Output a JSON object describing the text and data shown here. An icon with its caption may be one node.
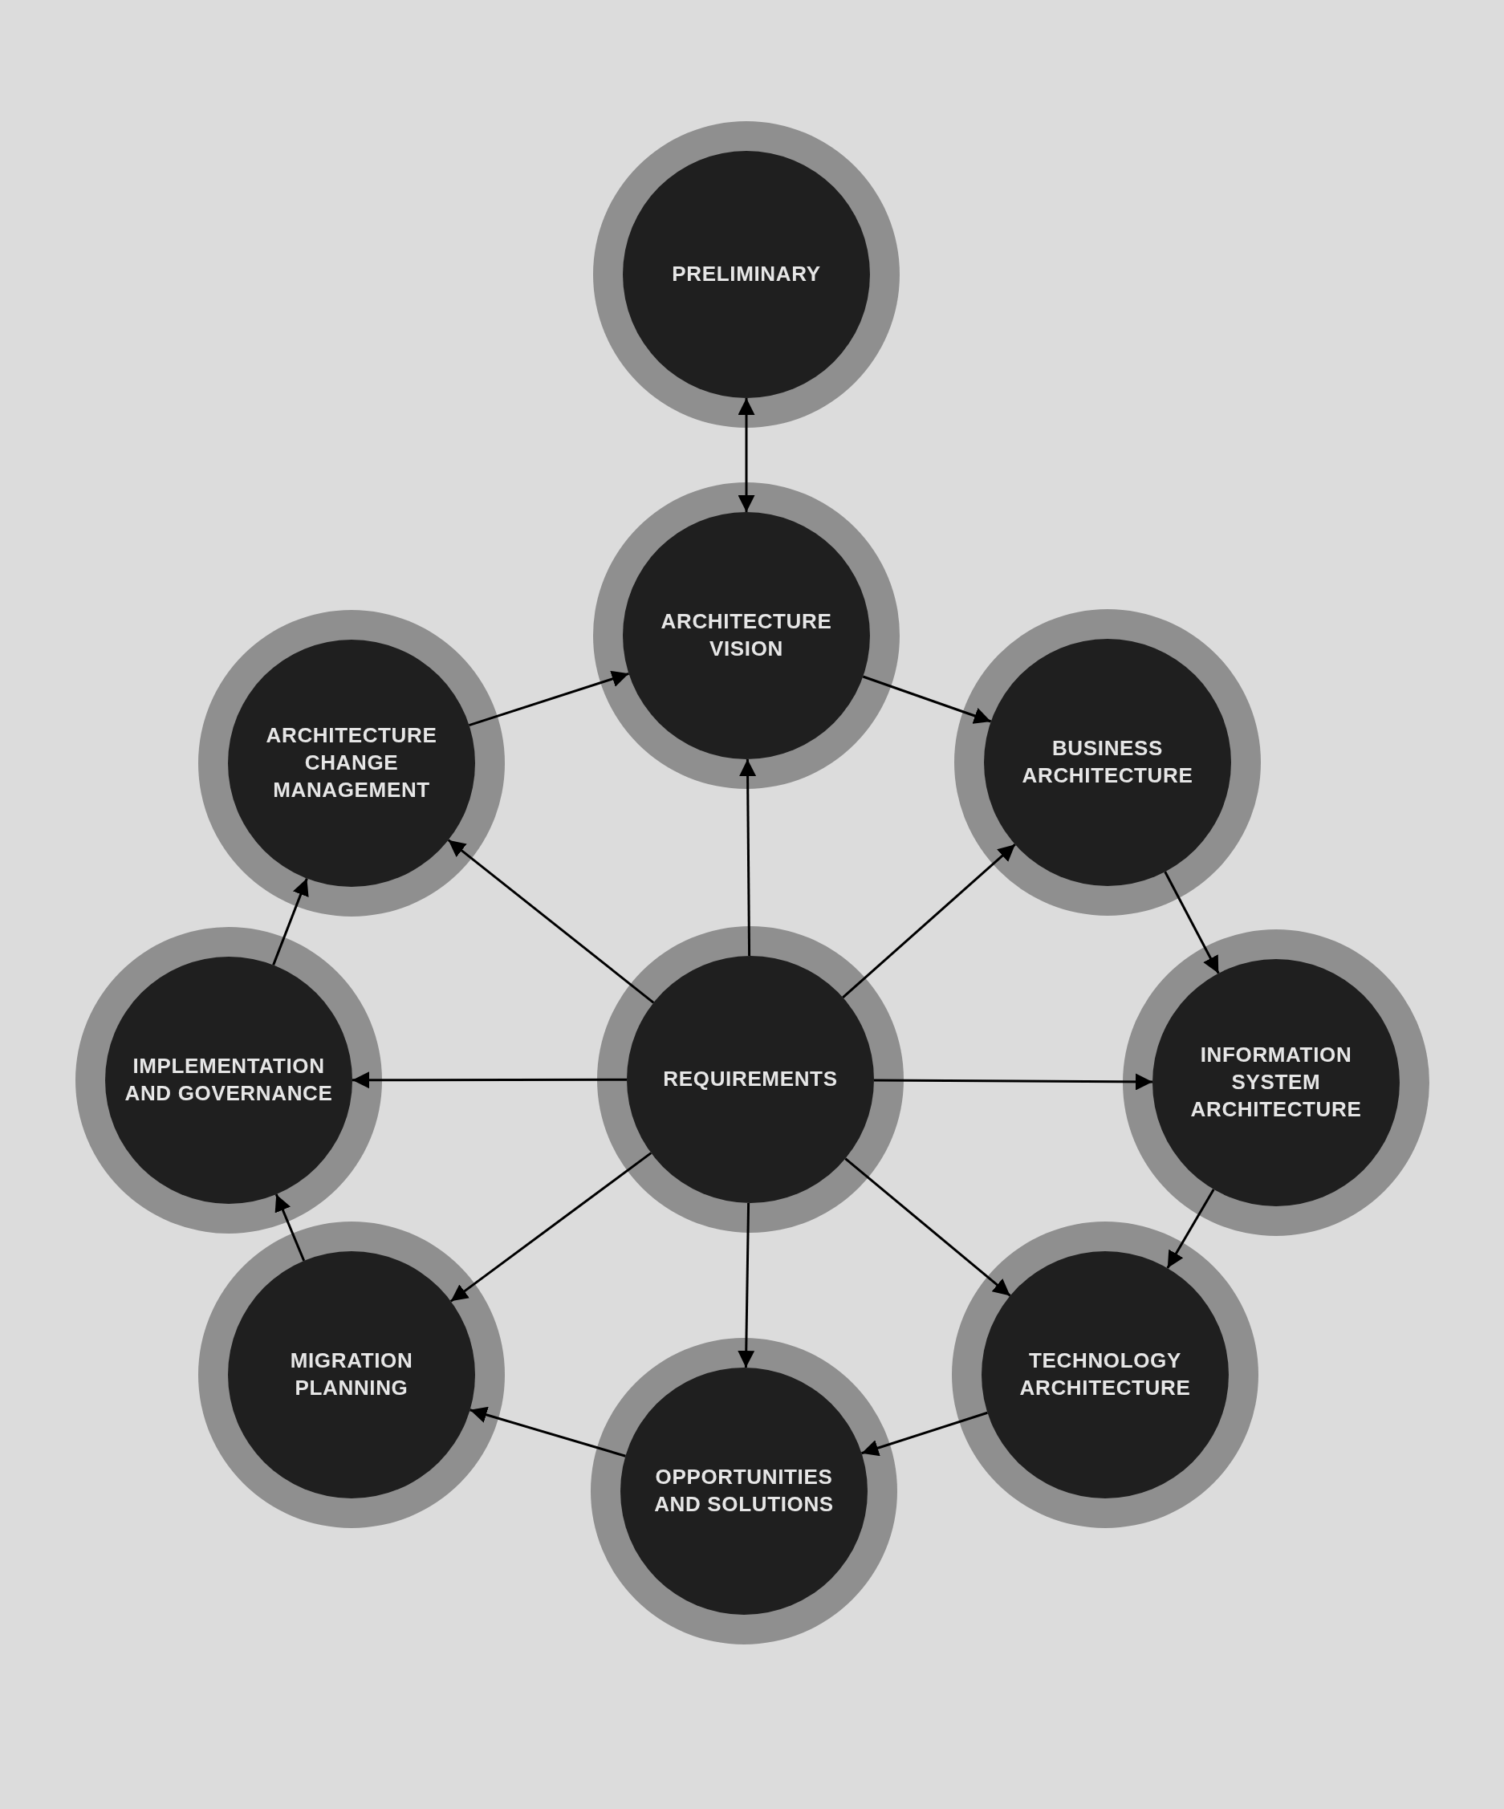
{
  "diagram": {
    "nodes": [
      {
        "text": [
          "PRELIMINARY"
        ]
      },
      {
        "text": [
          "ARCHITECTURE VISION"
        ]
      },
      {
        "text": [
          "ARCHITECTURE CHANGE MANAGEMENT"
        ]
      },
      {
        "text": [
          "BUSINESS ARCHITECTURE"
        ]
      },
      {
        "text": [
          "IMPLEMENTATION AND GOVERNANCE"
        ]
      },
      {
        "text": [
          "REQUIREMENTS"
        ]
      },
      {
        "text": [
          "INFORMATION SYSTEM ARCHITECTURE"
        ]
      },
      {
        "text": [
          "MIGRATION PLANNING"
        ]
      },
      {
        "text": [
          "TECHNOLOGY ARCHITECTURE"
        ]
      },
      {
        "text": [
          "OPPORTUNITIES AND SOLUTIONS"
        ]
      }
    ],
    "edges": [
      {
        "from": 0,
        "to": 1,
        "arrow": "both"
      },
      {
        "from": 1,
        "to": 3,
        "arrow": "to"
      },
      {
        "from": 3,
        "to": 6,
        "arrow": "to"
      },
      {
        "from": 6,
        "to": 8,
        "arrow": "to"
      },
      {
        "from": 8,
        "to": 9,
        "arrow": "to"
      },
      {
        "from": 9,
        "to": 7,
        "arrow": "to"
      },
      {
        "from": 7,
        "to": 4,
        "arrow": "to"
      },
      {
        "from": 4,
        "to": 2,
        "arrow": "to"
      },
      {
        "from": 2,
        "to": 1,
        "arrow": "to"
      },
      {
        "from": 5,
        "to": 1,
        "arrow": "to"
      },
      {
        "from": 5,
        "to": 2,
        "arrow": "to"
      },
      {
        "from": 5,
        "to": 3,
        "arrow": "to"
      },
      {
        "from": 5,
        "to": 4,
        "arrow": "to"
      },
      {
        "from": 5,
        "to": 6,
        "arrow": "to"
      },
      {
        "from": 5,
        "to": 7,
        "arrow": "to"
      },
      {
        "from": 5,
        "to": 8,
        "arrow": "to"
      },
      {
        "from": 5,
        "to": 9,
        "arrow": "to"
      }
    ]
  }
}
